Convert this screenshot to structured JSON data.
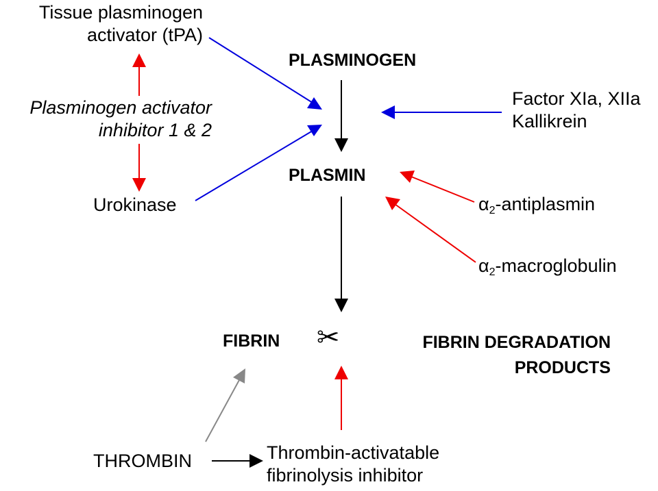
{
  "nodes": {
    "tpa": {
      "line1": "Tissue plasminogen",
      "line2": "activator (tPA)"
    },
    "pai": {
      "line1": "Plasminogen activator",
      "line2": "inhibitor 1 & 2"
    },
    "urokinase": "Urokinase",
    "plasminogen": "PLASMINOGEN",
    "plasmin": "PLASMIN",
    "factors": {
      "line1": "Factor XIa, XIIa",
      "line2": "Kallikrein"
    },
    "antiplasmin": {
      "greek": "α",
      "sub": "2",
      "rest": "-antiplasmin"
    },
    "macroglobulin": {
      "greek": "α",
      "sub": "2",
      "rest": "-macroglobulin"
    },
    "fibrin": "FIBRIN",
    "scissors": "✂",
    "fdp": {
      "line1": "FIBRIN DEGRADATION",
      "line2": "PRODUCTS"
    },
    "thrombin": "THROMBIN",
    "tafi": {
      "line1": "Thrombin-activatable",
      "line2": "fibrinolysis inhibitor"
    }
  },
  "colors": {
    "activation": "#0000dd",
    "inhibition": "#ee0000",
    "main": "#000000",
    "thrombin_to_fibrin": "#888888"
  }
}
